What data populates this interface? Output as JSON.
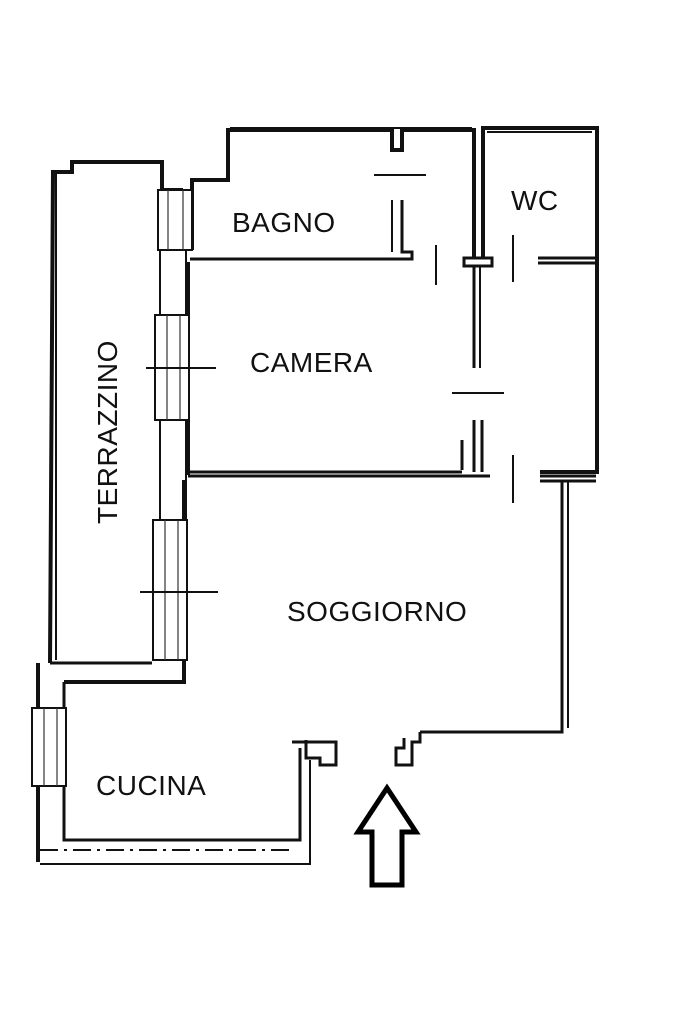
{
  "rooms": {
    "bagno": "BAGNO",
    "wc": "WC",
    "camera": "CAMERA",
    "terrazzino": "TERRAZZINO",
    "soggiorno": "SOGGIORNO",
    "cucina": "CUCINA"
  },
  "entrance": {
    "icon": "up-arrow-icon"
  }
}
